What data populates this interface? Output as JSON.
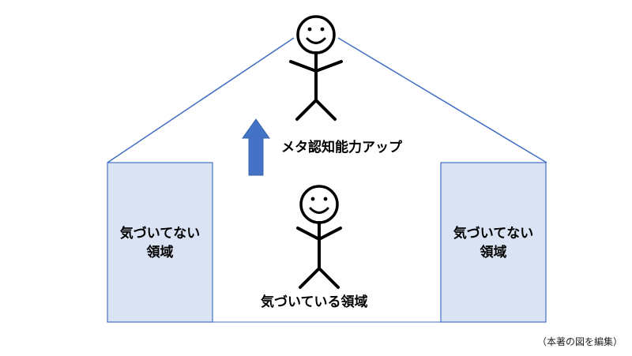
{
  "diagram": {
    "left_box": {
      "line1": "気づいてない",
      "line2": "領域"
    },
    "right_box": {
      "line1": "気づいてない",
      "line2": "領域"
    },
    "meta_label": "メタ認知能力アップ",
    "aware_label": "気づいている領域",
    "caption": "（本著の図を編集）",
    "colors": {
      "line": "#4472C4",
      "box_fill": "#DAE3F3",
      "box_border": "#4472C4",
      "arrow": "#4472C4"
    },
    "icons": [
      "stick-figure-icon",
      "up-arrow-icon"
    ]
  }
}
